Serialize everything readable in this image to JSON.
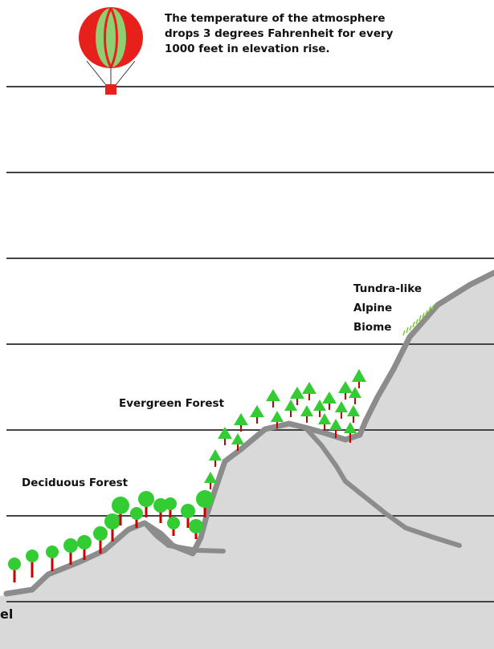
{
  "caption": {
    "lines": [
      "The temperature of the atmosphere",
      "drops 3 degrees Fahrenheit for every",
      "1000 feet in elevation rise."
    ]
  },
  "labels": {
    "deciduous": "Deciduous Forest",
    "evergreen": "Evergreen Forest",
    "tundra": [
      "Tundra-like",
      "Alpine",
      "Biome"
    ],
    "bottom_fragment": "el"
  },
  "colors": {
    "ground": "#d9d9d9",
    "ridge": "#8c8c8c",
    "elevation_lines": "#444444",
    "foliage": "#33cc33",
    "trunk": "#cc0000",
    "balloon_red": "#e8201c",
    "balloon_green": "#8fcf73"
  },
  "icons": [
    "hot-air-balloon-icon",
    "deciduous-tree-icon",
    "evergreen-tree-icon",
    "alpine-grass-icon"
  ]
}
